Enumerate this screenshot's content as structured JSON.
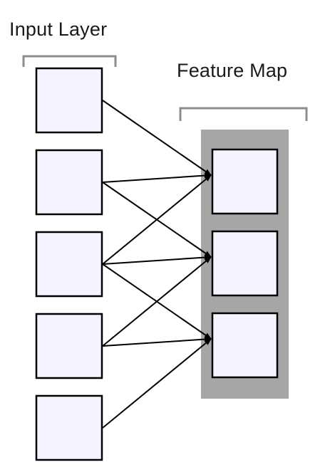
{
  "labels": {
    "input_layer": "Input Layer",
    "feature_map": "Feature Map"
  },
  "colors": {
    "node_fill": "#f5f3ff",
    "node_stroke": "#000000",
    "panel_fill": "#a6a6a6",
    "bracket": "#8c8c8c",
    "arrow": "#000000"
  },
  "diagram": {
    "input_nodes": [
      "input-1",
      "input-2",
      "input-3",
      "input-4",
      "input-5"
    ],
    "feature_nodes": [
      "feature-1",
      "feature-2",
      "feature-3"
    ],
    "connections": [
      {
        "from": 0,
        "to": 0
      },
      {
        "from": 1,
        "to": 0
      },
      {
        "from": 1,
        "to": 1
      },
      {
        "from": 2,
        "to": 0
      },
      {
        "from": 2,
        "to": 1
      },
      {
        "from": 2,
        "to": 2
      },
      {
        "from": 3,
        "to": 1
      },
      {
        "from": 3,
        "to": 2
      },
      {
        "from": 4,
        "to": 2
      }
    ]
  }
}
